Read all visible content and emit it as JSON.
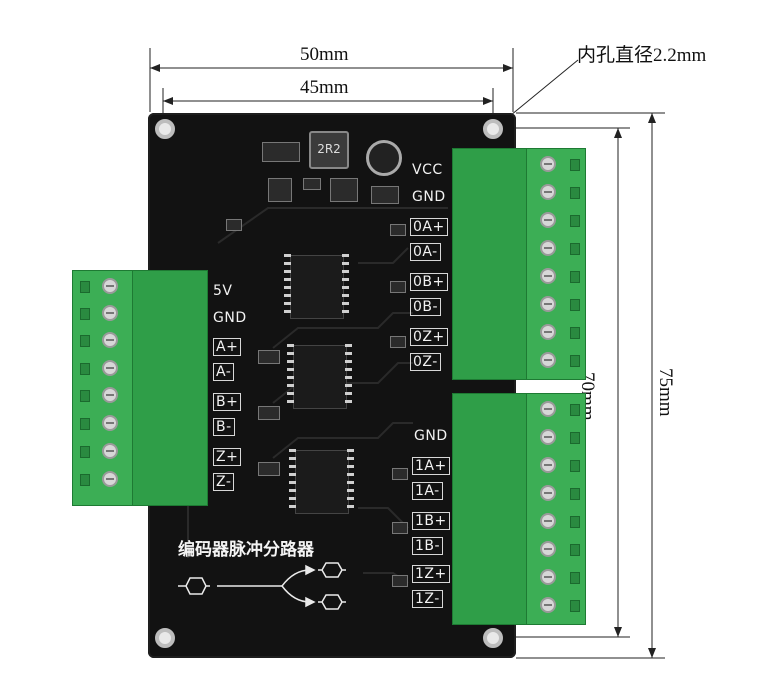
{
  "dimensions": {
    "width_outer": "50mm",
    "width_holes": "45mm",
    "hole_diameter": "内孔直径2.2mm",
    "height_holes": "70mm",
    "height_outer": "75mm"
  },
  "board": {
    "title": "编码器脉冲分路器",
    "inductor_marking": "2R2",
    "left_terminal_labels": [
      "5V",
      "GND",
      "A+",
      "A-",
      "B+",
      "B-",
      "Z+",
      "Z-"
    ],
    "right_top_labels": [
      "VCC",
      "GND",
      "0A+",
      "0A-",
      "0B+",
      "0B-",
      "0Z+",
      "0Z-"
    ],
    "right_bottom_labels": [
      "GND",
      "1A+",
      "1A-",
      "1B+",
      "1B-",
      "1Z+",
      "1Z-"
    ]
  },
  "colors": {
    "pcb": "#121212",
    "terminal_green": "#2f9e48",
    "silkscreen": "#f2f2f2"
  }
}
